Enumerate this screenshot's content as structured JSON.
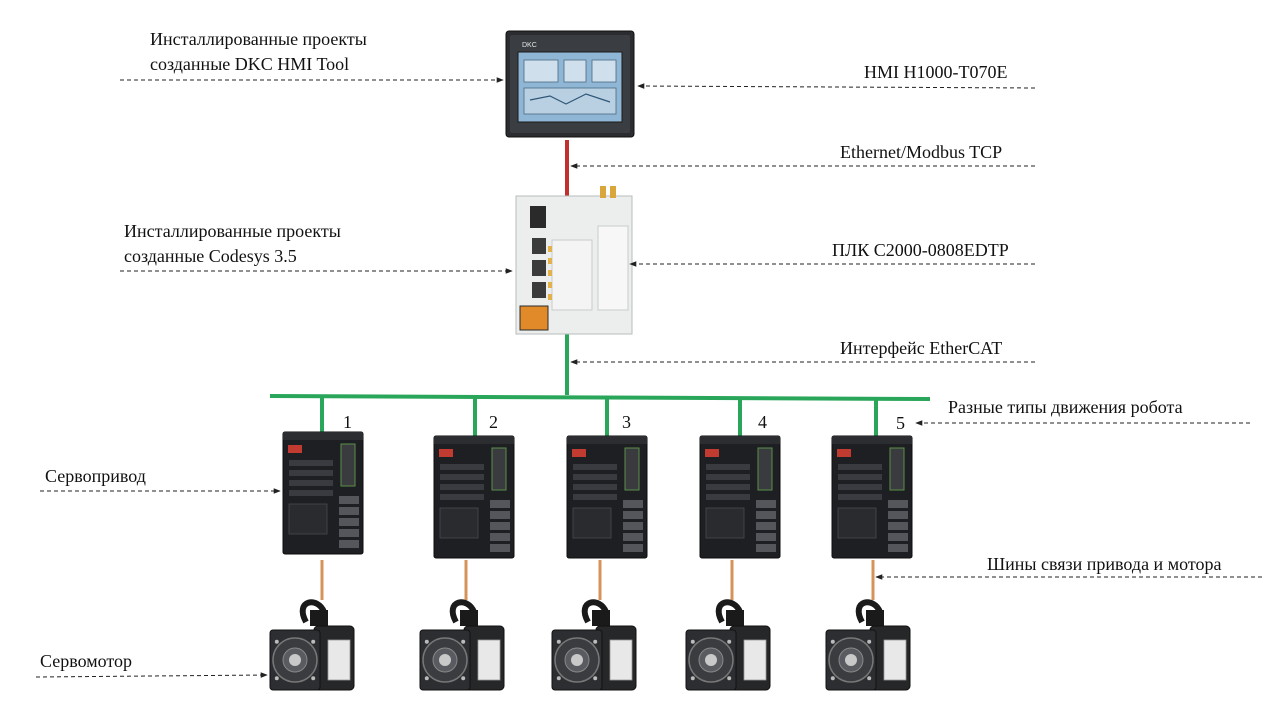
{
  "labels": {
    "hmi_projects_line1": "Инсталлированные проекты",
    "hmi_projects_line2": "созданные DKC HMI Tool",
    "hmi_model": "HMI H1000-T070E",
    "ethernet": "Ethernet/Modbus TCP",
    "plc_projects_line1": "Инсталлированные проекты",
    "plc_projects_line2": "созданные Codesys 3.5",
    "plc_model": "ПЛК C2000-0808EDTP",
    "ethercat": "Интерфейс EtherCAT",
    "motion_types": "Разные типы движения робота",
    "servo_drive": "Сервопривод",
    "drive_motor_bus": "Шины связи привода и мотора",
    "servo_motor": "Сервомотор"
  },
  "drive_numbers": [
    "1",
    "2",
    "3",
    "4",
    "5"
  ],
  "hmi_brand": "DKC",
  "colors": {
    "ethernet_link": "#c0302e",
    "ethercat_bus": "#2aa65a",
    "motor_cable": "#d4935a",
    "device_body": "#1e1f22",
    "plc_body": "#eceeee"
  }
}
